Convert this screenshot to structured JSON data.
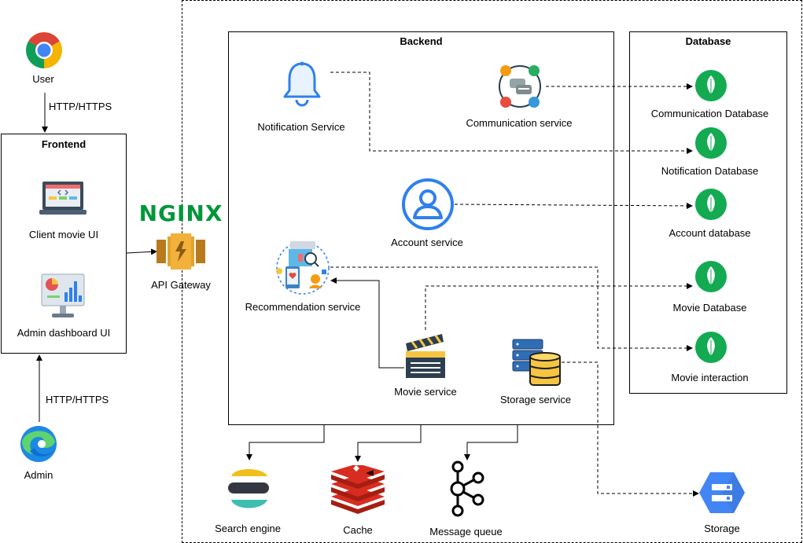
{
  "client": {
    "user_label": "User",
    "admin_label": "Admin",
    "protocol_top": "HTTP/HTTPS",
    "protocol_bottom": "HTTP/HTTPS"
  },
  "frontend": {
    "title": "Frontend",
    "client_ui": "Client movie UI",
    "admin_ui": "Admin dashboard UI"
  },
  "gateway": {
    "logo_text": "NGINX",
    "label": "API Gateway"
  },
  "backend": {
    "title": "Backend",
    "notification": "Notification Service",
    "communication": "Communication service",
    "account": "Account service",
    "recommendation": "Recommendation service",
    "movie": "Movie service",
    "storage": "Storage service"
  },
  "database": {
    "title": "Database",
    "communication_db": "Communication Database",
    "notification_db": "Notification Database",
    "account_db": "Account database",
    "movie_db": "Movie Database",
    "movie_interaction": "Movie interaction"
  },
  "infra": {
    "search": "Search engine",
    "cache": "Cache",
    "queue": "Message queue",
    "storage": "Storage"
  },
  "colors": {
    "mongo": "#13aa52",
    "nginx": "#009639",
    "redis": "#d82c20",
    "gcs": "#4285f4",
    "account": "#2f80ed"
  }
}
